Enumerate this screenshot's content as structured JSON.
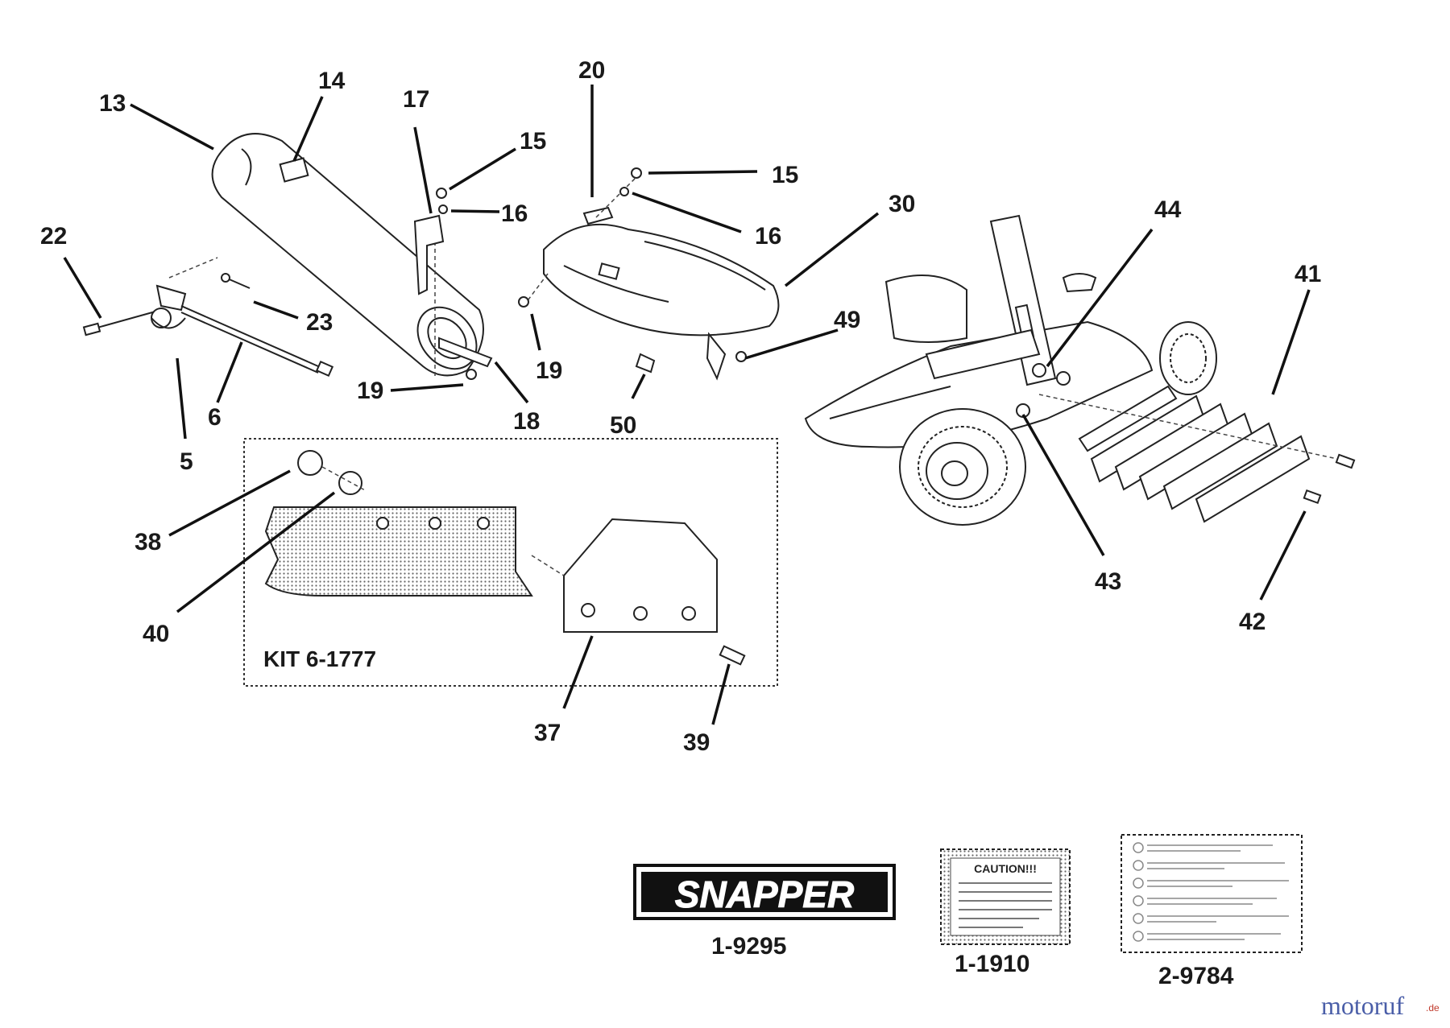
{
  "callouts": [
    "13",
    "14",
    "17",
    "20",
    "15",
    "15",
    "16",
    "16",
    "30",
    "22",
    "23",
    "6",
    "5",
    "19",
    "18",
    "19",
    "50",
    "49",
    "44",
    "41",
    "43",
    "42",
    "38",
    "40",
    "37",
    "39"
  ],
  "kit": {
    "label": "KIT 6-1777"
  },
  "decals": [
    {
      "part_number": "1-9295",
      "text": "SNAPPER"
    },
    {
      "part_number": "1-1910",
      "text": "CAUTION!!!"
    },
    {
      "part_number": "2-9784"
    }
  ],
  "watermark": {
    "main": "motoruf",
    "suffix": ".de"
  }
}
